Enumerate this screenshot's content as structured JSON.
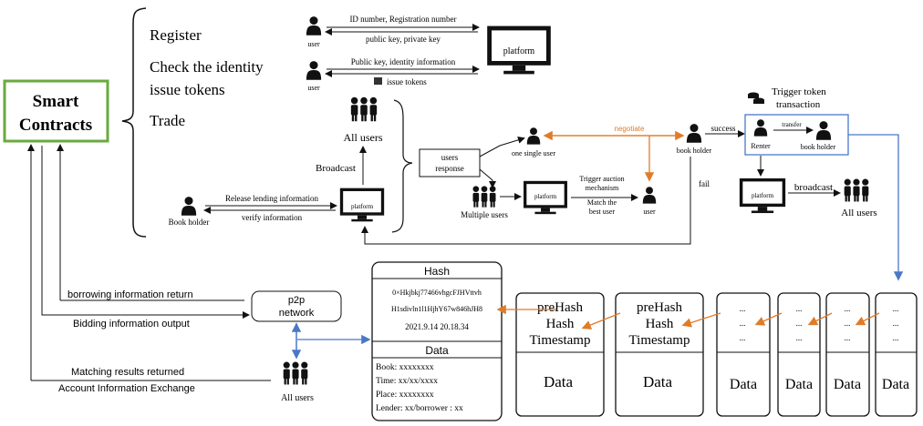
{
  "smart_contracts": "Smart Contracts",
  "smart_contracts_line1": "Smart",
  "smart_contracts_line2": "Contracts",
  "menu": {
    "register": "Register",
    "check_identity": "Check the identity",
    "issue_tokens": "issue tokens",
    "trade": "Trade"
  },
  "top": {
    "user_label": "user",
    "id_numbers": "ID number, Registration number",
    "public_private_key": "public key, private key",
    "public_key_identity": "Public key, identity information",
    "issue_tokens_small": "issue tokens",
    "platform": "platform"
  },
  "trade": {
    "all_users": "All users",
    "broadcast": "Broadcast",
    "users_response": "users response",
    "users_response_1": "users",
    "users_response_2": "response",
    "one_single_user": "one single user",
    "negotiate": "negotiate",
    "book_holder": "book holder",
    "success": "success",
    "fail": "fail",
    "trigger_token_1": "Trigger token",
    "trigger_token_2": "transaction",
    "transfer": "transfer",
    "renter": "Renter",
    "book_holder_2": "book holder",
    "broadcast_small": "broadcast",
    "all_users_right": "All users",
    "trigger_auction_1": "Trigger auction",
    "trigger_auction_2": "mechanism",
    "match_1": "Match the",
    "match_2": "best user",
    "user": "user",
    "multiple_users": "Multiple users",
    "platform": "platform",
    "release_lending": "Release lending information",
    "verify_information": "verify information",
    "book_holder_left": "Book holder"
  },
  "bottom": {
    "borrowing_return": "borrowing information return",
    "bidding_output": "Bidding information output",
    "p2p_1": "p2p",
    "p2p_2": "network",
    "matching_results": "Matching results returned",
    "account_exchange": "Account Information Exchange",
    "all_users": "All users"
  },
  "block": {
    "hash_title": "Hash",
    "hash_line1": "0×Hkjbkj77466vhgcFJHVttvh",
    "hash_line2": "H1sdivln1l1HjhY67w846hJH8",
    "timestamp": "2021.9.14 20.18.34",
    "data_title": "Data",
    "book": "Book: xxxxxxxx",
    "time": "Time: xx/xx/xxxx",
    "place": "Place: xxxxxxxx",
    "lender": "Lender: xx/borrower : xx"
  },
  "chain": {
    "prehash": "preHash",
    "hash": "Hash",
    "timestamp": "Timestamp",
    "data": "Data",
    "dots": "..."
  },
  "colors": {
    "green": "#6aaa3f",
    "orange": "#e07b28",
    "blue": "#4a78c8",
    "black": "#111111"
  }
}
